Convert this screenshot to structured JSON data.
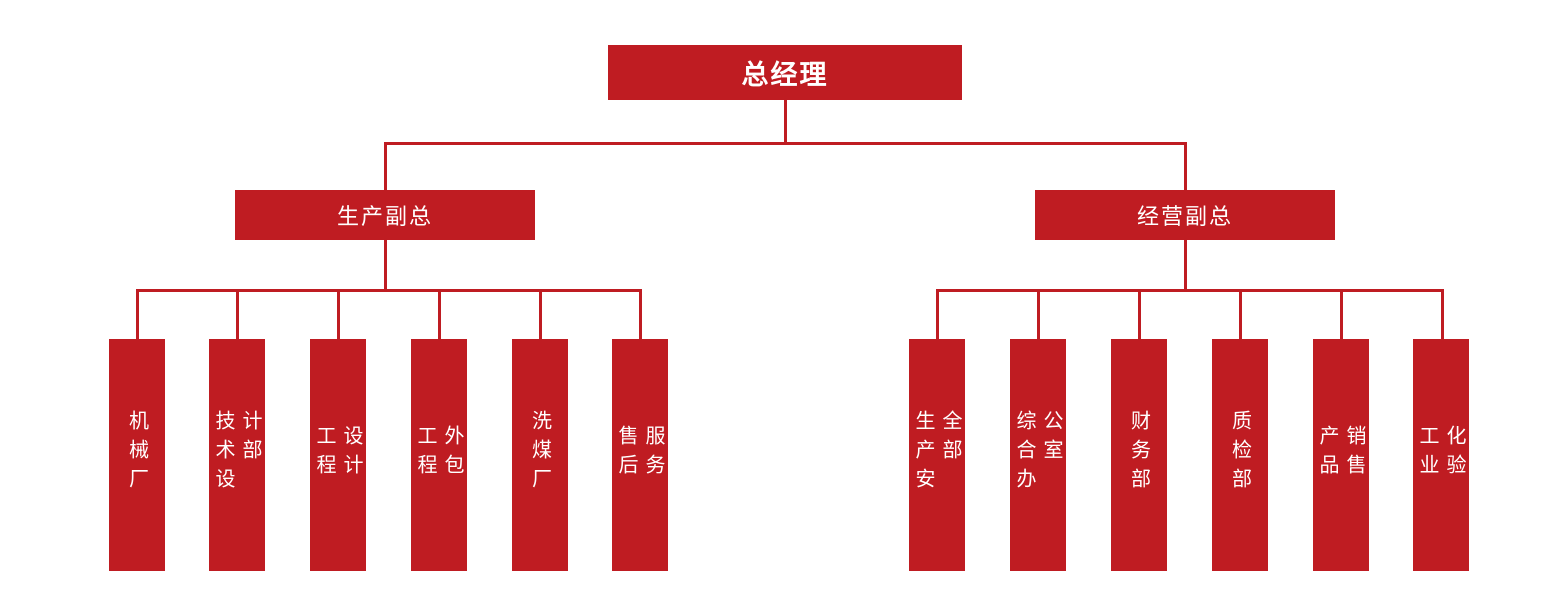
{
  "org_chart": {
    "root": {
      "label": "总经理"
    },
    "branches": [
      {
        "label": "生产副总",
        "children": [
          {
            "label": "机械厂"
          },
          {
            "label": "技术设计部"
          },
          {
            "label": "工程设计"
          },
          {
            "label": "工程外包"
          },
          {
            "label": "洗煤厂"
          },
          {
            "label": "售后服务"
          }
        ]
      },
      {
        "label": "经营副总",
        "children": [
          {
            "label": "生产安全部"
          },
          {
            "label": "综合办公室"
          },
          {
            "label": "财务部"
          },
          {
            "label": "质检部"
          },
          {
            "label": "产品销售"
          },
          {
            "label": "工业化验"
          }
        ]
      }
    ],
    "colors": {
      "box": "#bf1c22",
      "line": "#bf1c22",
      "text": "#ffffff",
      "background": "#ffffff"
    }
  }
}
